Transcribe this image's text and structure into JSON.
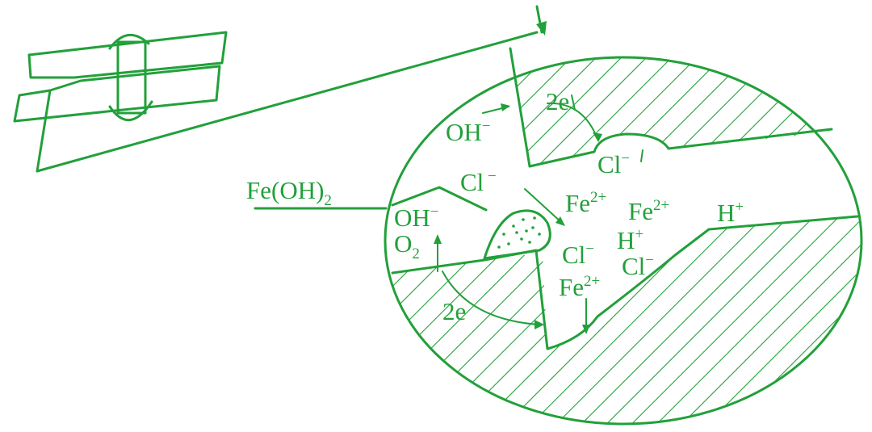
{
  "labels": {
    "fe_oh2_base": "Fe(OH)",
    "fe_oh2_sub": "2",
    "oh_upper_base": "OH",
    "oh_upper_sup": "−",
    "two_e_upper": "2e",
    "cl_upper_base": "Cl",
    "cl_upper_sup": "−",
    "cl_mid_base": "Cl",
    "cl_mid_sup": " −",
    "fe_a_base": "Fe",
    "fe_a_sup": "2+",
    "fe_b_base": "Fe",
    "fe_b_sup": "2+",
    "h_right_base": "H",
    "h_right_sup": "+",
    "oh_lower_base": "OH",
    "oh_lower_sup": "−",
    "o2_base": "O",
    "o2_sub": "2",
    "cl_low_base": "Cl",
    "cl_low_sup": "−",
    "h_mid_base": "H",
    "h_mid_sup": "+",
    "cl_low2_base": "Cl",
    "cl_low2_sup": "−",
    "fe_low_base": "Fe",
    "fe_low_sup": "2+",
    "two_e_lower": "2e"
  },
  "colors": {
    "line": "#22a03a",
    "background": "#ffffff"
  }
}
